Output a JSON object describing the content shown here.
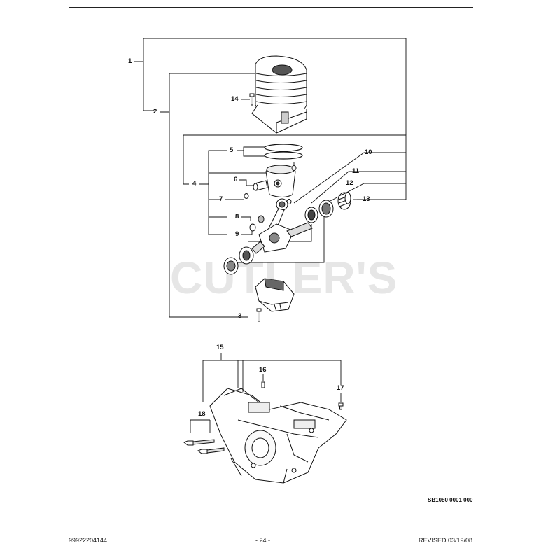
{
  "watermark": "CUTLER'S",
  "callouts": {
    "c1": "1",
    "c2": "2",
    "c3": "3",
    "c4": "4",
    "c5": "5",
    "c6": "6",
    "c7": "7",
    "c8": "8",
    "c9": "9",
    "c10": "10",
    "c11": "11",
    "c12": "12",
    "c13": "13",
    "c14": "14",
    "c15": "15",
    "c16": "16",
    "c17": "17",
    "c18": "18"
  },
  "figure_code": "SB1080 0001 000",
  "footer": {
    "part_number": "99922204144",
    "page_number": "- 24 -",
    "revised": "REVISED 03/19/08"
  }
}
